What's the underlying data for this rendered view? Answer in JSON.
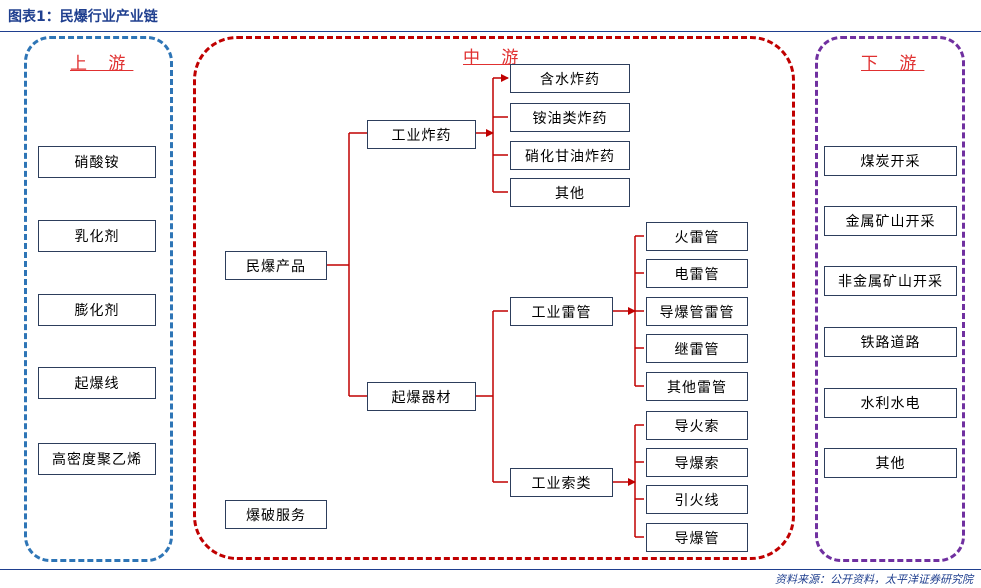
{
  "header": {
    "title": "图表1：民爆行业产业链"
  },
  "footer": {
    "source": "资料来源：公开资料，太平洋证券研究院"
  },
  "colors": {
    "upstream": "#2e75b6",
    "midstream": "#c00000",
    "downstream": "#7030a0",
    "connector": "#c00000"
  },
  "upstream": {
    "title": "上 游",
    "items": [
      "硝酸铵",
      "乳化剂",
      "膨化剂",
      "起爆线",
      "高密度聚乙烯"
    ]
  },
  "midstream": {
    "title": "中 游",
    "root": "民爆产品",
    "service": "爆破服务",
    "industrial_explosives": {
      "label": "工业炸药",
      "children": [
        "含水炸药",
        "铵油类炸药",
        "硝化甘油炸药",
        "其他"
      ]
    },
    "initiating_equipment": {
      "label": "起爆器材",
      "detonators": {
        "label": "工业雷管",
        "children": [
          "火雷管",
          "电雷管",
          "导爆管雷管",
          "继雷管",
          "其他雷管"
        ]
      },
      "cords": {
        "label": "工业索类",
        "children": [
          "导火索",
          "导爆索",
          "引火线",
          "导爆管"
        ]
      }
    }
  },
  "downstream": {
    "title": "下 游",
    "items": [
      "煤炭开采",
      "金属矿山开采",
      "非金属矿山开采",
      "铁路道路",
      "水利水电",
      "其他"
    ]
  }
}
